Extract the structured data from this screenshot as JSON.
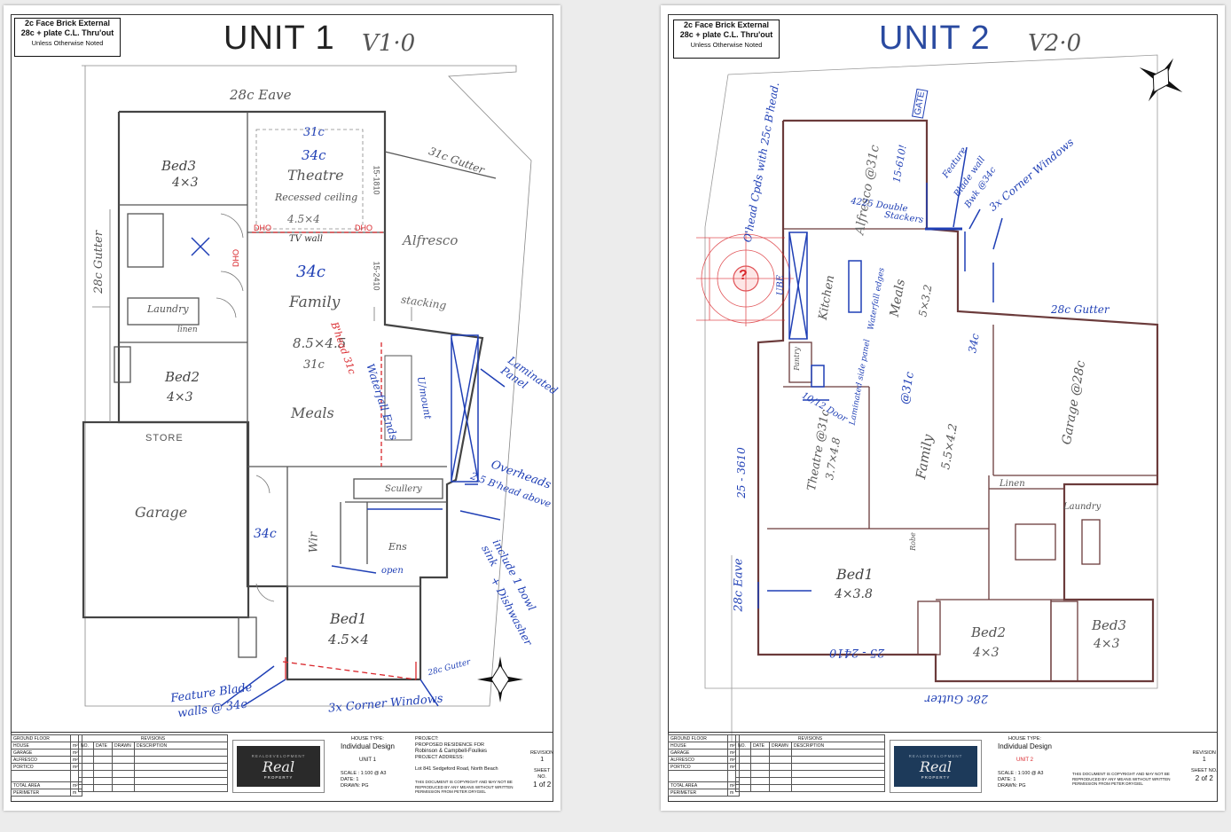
{
  "sheets": [
    {
      "note": {
        "line1": "2c Face Brick External",
        "line2": "28c + plate C.L. Thru'out",
        "line3": "Unless Otherwise Noted"
      },
      "title": "UNIT 1",
      "version": "V1·0",
      "rooms": {
        "bed3": "Bed3",
        "bed3_size": "4×3",
        "theatre_h": "31c",
        "theatre_h2": "34c",
        "theatre": "Theatre",
        "recessed": "Recessed ceiling",
        "theatre_size": "4.5×4",
        "tv_wall": "TV wall",
        "family_h": "34c",
        "family": "Family",
        "family_size": "8.5×4.5",
        "family_h2": "31c",
        "meals": "Meals",
        "alfresco": "Alfresco",
        "bed2": "Bed2",
        "bed2_size": "4×3",
        "store": "STORE",
        "garage": "Garage",
        "laundry": "Laundry",
        "linen": "linen",
        "wir": "Wir",
        "ens": "Ens",
        "scullery": "Scullery",
        "bed1": "Bed1",
        "bed1_size": "4.5×4"
      },
      "annotations": {
        "eave": "28c Eave",
        "gutter_right": "31c Gutter",
        "gutter_left": "28c Gutter",
        "dim1": "15-1810",
        "dim2": "15-2410",
        "stacking": "stacking",
        "dho1": "DHO",
        "dho2": "DHO",
        "dho3": "DHO",
        "bulkhead": "B'head 31c",
        "waterfall": "Waterfall Ends",
        "upmount": "U/mount",
        "laminated": "Laminated Panel",
        "overheads1": "Overheads",
        "overheads2": "2.5 B'head above",
        "include1": "include 1 bowl sink",
        "include2": "+ Dishwasher",
        "h34c": "34c",
        "open": "open",
        "feature1": "Feature Blade",
        "feature2": "walls @ 34c",
        "corner": "3x Corner Windows",
        "gutter_small": "28c Gutter"
      },
      "titleblock": {
        "ground_floor": "GROUND FLOOR",
        "areas": [
          "HOUSE",
          "GARAGE",
          "ALFRESCO",
          "PORTICO"
        ],
        "unit_m2": "m²",
        "total_area": "TOTAL AREA",
        "perimeter": "PERIMETER",
        "perimeter_unit": "m",
        "revisions": "REVISIONS",
        "rev_cols": [
          "NO.",
          "DATE",
          "DRAWN",
          "DESCRIPTION"
        ],
        "logo_text": "Real",
        "logo_sub": "PROPERTY",
        "logo_brand": "REALDEVELOPMENT",
        "house_type_lbl": "HOUSE TYPE:",
        "house_type": "Individual Design",
        "project_lbl": "PROJECT:",
        "project": "PROPOSED RESIDENCE FOR",
        "client": "Robinson & Campbell-Foulkes",
        "address_lbl": "PROJECT ADDRESS:",
        "unit_name": "UNIT 1",
        "address": "Lot 841 Sedgeford Road, North Beach",
        "scale": "SCALE : 1:100 @ A3",
        "date": "DATE: 1",
        "drawn": "DRAWN: PG",
        "copyright": "THIS DOCUMENT IS COPYRIGHT AND MAY NOT BE REPRODUCED BY ANY MEANS WITHOUT WRITTEN PERMISSION FROM PETER DRYGIEL",
        "revision_lbl": "REVISION",
        "revision": "1",
        "sheet_lbl": "SHEET NO.",
        "sheet": "1 of 2"
      }
    },
    {
      "note": {
        "line1": "2c Face Brick External",
        "line2": "28c + plate C.L. Thru'out",
        "line3": "Unless Otherwise Noted"
      },
      "title": "UNIT 2",
      "version": "V2·0",
      "rooms": {
        "alfresco": "Alfresco @31c",
        "kitchen": "Kitchen",
        "meals": "Meals",
        "meals_size": "5×3.2",
        "pantry": "Pantry",
        "garage": "Garage @28c",
        "theatre": "Theatre @31c",
        "theatre_size": "3.7×4.8",
        "family": "Family",
        "family_size": "5.5×4.2",
        "family_h": "@31c",
        "linen": "Linen",
        "laundry": "Laundry",
        "bed1": "Bed1",
        "bed1_size": "4×3.8",
        "bed2": "Bed2",
        "bed2_size": "4×3",
        "bed3": "Bed3",
        "bed3_size": "4×3",
        "robe": "Robe"
      },
      "annotations": {
        "gate": "GATE",
        "feature1": "Feature",
        "feature2": "Blade wall",
        "feature3": "Bwk @34c",
        "corner": "3x Corner Windows",
        "dim1": "15-610!",
        "stackers1": "4225 Double",
        "stackers2": "Stackers",
        "overhead": "O'head Cpds with 25c B'head.",
        "ube": "UBE",
        "qmark": "?",
        "waterfall": "Waterfall edges",
        "laminated": "Laminated side panel",
        "h34c": "34c",
        "gutter_top": "28c Gutter",
        "door": "10/12 Door",
        "dim2": "25 - 3610",
        "eave": "28c Eave",
        "dim3": "25 - 2410",
        "gutter_bottom": "28c Gutter"
      },
      "titleblock": {
        "ground_floor": "GROUND FLOOR",
        "areas": [
          "HOUSE",
          "GARAGE",
          "ALFRESCO",
          "PORTICO"
        ],
        "unit_m2": "m²",
        "total_area": "TOTAL AREA",
        "perimeter": "PERIMETER",
        "perimeter_unit": "m",
        "revisions": "REVISIONS",
        "rev_cols": [
          "NO.",
          "DATE",
          "DRAWN",
          "DESCRIPTION"
        ],
        "logo_text": "Real",
        "logo_sub": "PROPERTY",
        "logo_brand": "REALDEVELOPMENT",
        "house_type_lbl": "HOUSE TYPE:",
        "house_type": "Individual Design",
        "unit_name": "UNIT 2",
        "scale": "SCALE : 1:100 @ A3",
        "date": "DATE: 1",
        "drawn": "DRAWN: PG",
        "copyright": "THIS DOCUMENT IS COPYRIGHT AND MAY NOT BE REPRODUCED BY ANY MEANS WITHOUT WRITTEN PERMISSION FROM PETER DRYGIEL",
        "revision_lbl": "REVISION",
        "revision": "1",
        "sheet_lbl": "SHEET NO.",
        "sheet": "2 of 2"
      }
    }
  ],
  "colors": {
    "ink": "#1f3fb5",
    "red": "#d9262b",
    "pencil": "#555555",
    "title2": "#2a4aa0"
  }
}
